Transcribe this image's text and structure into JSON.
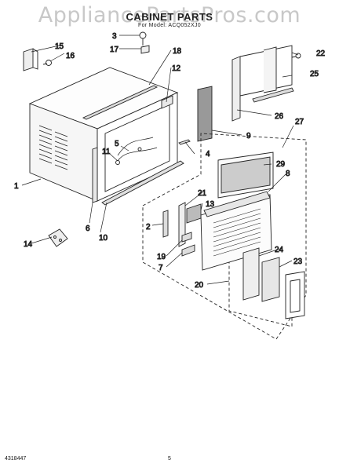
{
  "header": {
    "watermark": "AppliancePartsPros.com",
    "title": "CABINET PARTS",
    "subtitle": "For Model: ACQ052XJ0"
  },
  "callouts": [
    "1",
    "2",
    "3",
    "4",
    "5",
    "6",
    "7",
    "8",
    "9",
    "10",
    "11",
    "12",
    "13",
    "14",
    "15",
    "16",
    "17",
    "18",
    "19",
    "20",
    "21",
    "22",
    "23",
    "24",
    "25",
    "26",
    "27",
    "29"
  ],
  "footer": {
    "part_number": "4318447",
    "page_number": "5"
  }
}
